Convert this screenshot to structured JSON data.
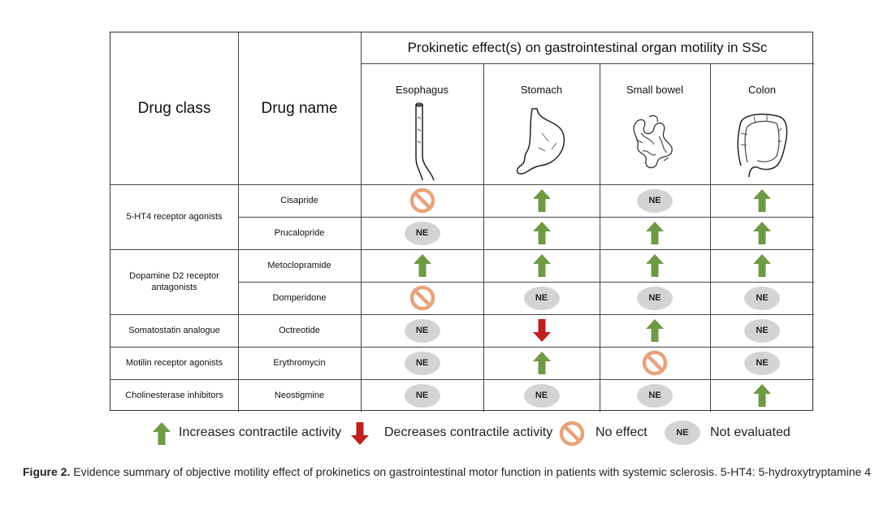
{
  "header": {
    "drug_class": "Drug class",
    "drug_name": "Drug name",
    "title": "Prokinetic effect(s) on gastrointestinal organ motility in SSc",
    "organs": [
      "Esophagus",
      "Stomach",
      "Small bowel",
      "Colon"
    ],
    "organ_icons": [
      "esophagus-icon",
      "stomach-icon",
      "small-bowel-icon",
      "colon-icon"
    ]
  },
  "groups": [
    {
      "drug_class": "5-HT4 receptor agonists",
      "rows": [
        0,
        1
      ]
    },
    {
      "drug_class": "Dopamine D2 receptor antagonists",
      "rows": [
        2,
        3
      ]
    },
    {
      "drug_class": "Somatostatin analogue",
      "rows": [
        4
      ]
    },
    {
      "drug_class": "Motilin receptor agonists",
      "rows": [
        5
      ]
    },
    {
      "drug_class": "Cholinesterase inhibitors",
      "rows": [
        6
      ]
    }
  ],
  "rows": [
    {
      "drug": "Cisapride",
      "effects": [
        "none",
        "up",
        "ne",
        "up"
      ]
    },
    {
      "drug": "Prucalopride",
      "effects": [
        "ne",
        "up",
        "up",
        "up"
      ]
    },
    {
      "drug": "Metoclopramide",
      "effects": [
        "up",
        "up",
        "up",
        "up"
      ]
    },
    {
      "drug": "Domperidone",
      "effects": [
        "none",
        "ne",
        "ne",
        "ne"
      ]
    },
    {
      "drug": "Octreotide",
      "effects": [
        "ne",
        "down",
        "up",
        "ne"
      ]
    },
    {
      "drug": "Erythromycin",
      "effects": [
        "ne",
        "up",
        "none",
        "ne"
      ]
    },
    {
      "drug": "Neostigmine",
      "effects": [
        "ne",
        "ne",
        "ne",
        "up"
      ]
    }
  ],
  "ne_label": "NE",
  "legend": {
    "up": "Increases contractile activity",
    "down": "Decreases contractile activity",
    "none": "No effect",
    "ne_badge": "NE",
    "ne": "Not evaluated"
  },
  "colors": {
    "up": "#6e9a45",
    "down": "#c0201e",
    "none": "#e9a27c",
    "ne": "#d4d4d4"
  },
  "caption": {
    "label": "Figure 2.",
    "text": " Evidence summary of objective motility effect of prokinetics on gastrointestinal motor function in patients with systemic sclerosis. 5-HT4: 5-hydroxytryptamine 4"
  }
}
